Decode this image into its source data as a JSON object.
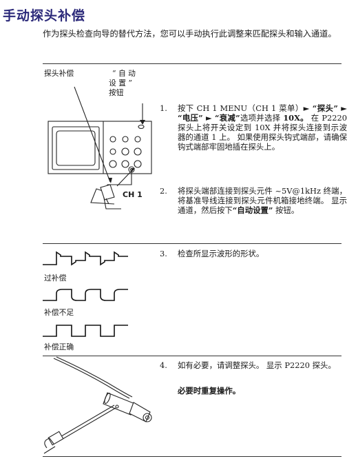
{
  "page": {
    "title": "手动探头补偿",
    "intro": "作为探头检查向导的替代方法，您可以手动执行此调整来匹配探头和输入通道。"
  },
  "figure1": {
    "label_left": "探头补偿",
    "label_right_1": "“ 自 动",
    "label_right_2": "设 置 ”",
    "label_right_3": "按钮",
    "ch1_label": "CH 1"
  },
  "steps": [
    {
      "num": "1.",
      "parts": [
        "按下 CH 1 MENU（CH 1 菜单）",
        "► “探头” ► “电压” ► “衰减”",
        "选项并选择 ",
        "10X。",
        " 在 P2220 探头上将开关设定到 10X 并将探头连接到示波器的通道 1 上。 如果使用探头钩式端部，请确保钩式端部牢固地插在探头上。"
      ]
    },
    {
      "num": "2.",
      "parts": [
        "将探头端部连接到探头元件 ~5V@1kHz 终端，将基准导线连接到探头元件机箱接地终端。 显示通道，然后按下",
        "“自动设置”",
        " 按钮。"
      ]
    },
    {
      "num": "3.",
      "text": "检查所显示波形的形状。"
    },
    {
      "num": "4.",
      "text": "如有必要，请调整探头。 显示 P2220 探头。",
      "emphasis": "必要时重复操作。"
    }
  ],
  "waveforms": {
    "over": "过补偿",
    "under": "补偿不足",
    "correct": "补偿正确"
  }
}
